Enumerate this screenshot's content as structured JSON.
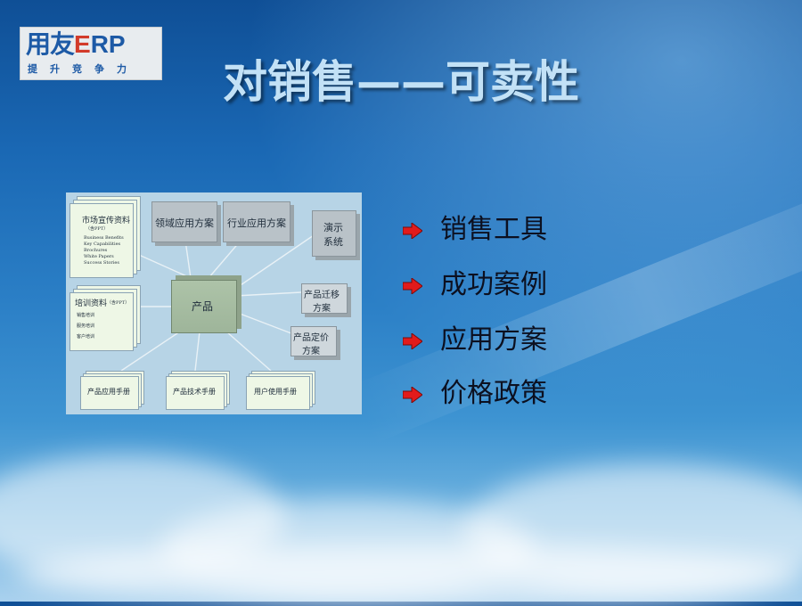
{
  "logo": {
    "brand": "用友",
    "erp_e": "E",
    "erp_rest": "RP",
    "tagline": "提升竞争力"
  },
  "title": "对销售——可卖性",
  "diagram": {
    "center": "产品",
    "marketing": {
      "title": "市场宣传资料",
      "note": "（含PPT）",
      "lines": [
        "Business Benefits",
        "Key Capabilities",
        "Brochures",
        "White Papers",
        "Success Stories"
      ]
    },
    "training": {
      "title": "培训资料",
      "note": "（含PPT）",
      "lines": [
        "销售培训",
        "服务培训",
        "客户培训"
      ]
    },
    "domain_solution": "领域应用方案",
    "industry_solution": "行业应用方案",
    "demo_system": [
      "演示",
      "系统"
    ],
    "migration_plan": [
      "产品迁移",
      "方案"
    ],
    "pricing_plan": [
      "产品定价",
      "方案"
    ],
    "app_manual": "产品应用手册",
    "tech_manual": "产品技术手册",
    "user_manual": "用户使用手册"
  },
  "bullets": [
    "销售工具",
    "成功案例",
    "应用方案",
    "价格政策"
  ],
  "colors": {
    "arrow": "#e21b1b",
    "title": "#c2e1f6"
  }
}
